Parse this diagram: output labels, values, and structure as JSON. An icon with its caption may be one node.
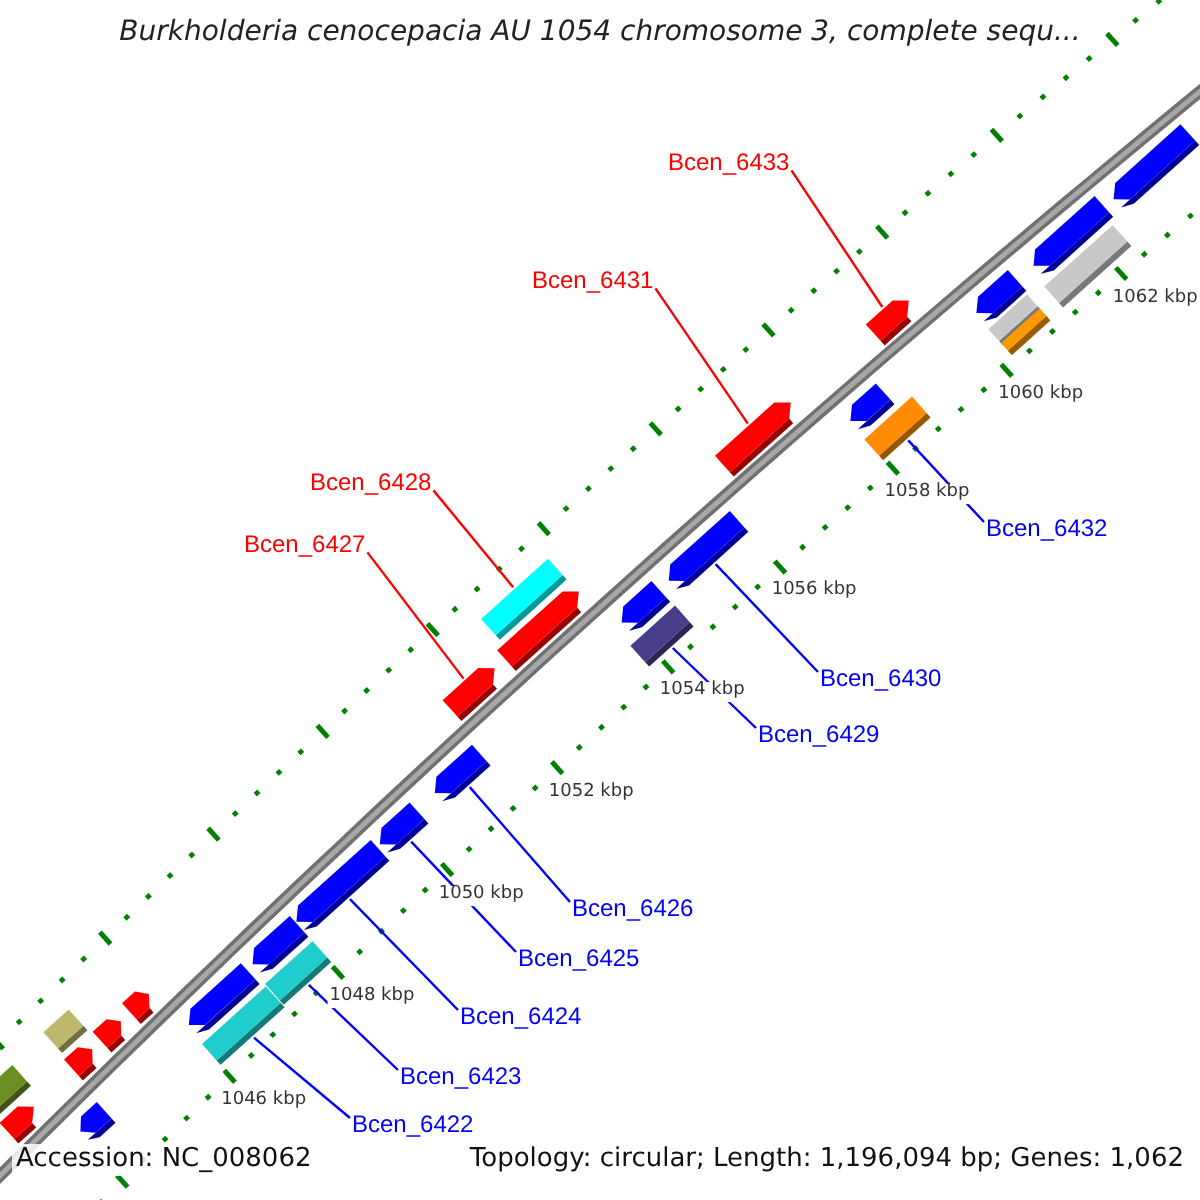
{
  "diagram": {
    "title": "Burkholderia cenocepacia AU 1054 chromosome 3, complete sequ...",
    "nodes": [
      {
        "text": [
          "Bcen_6433"
        ]
      },
      {
        "text": [
          "Bcen_6431"
        ]
      },
      {
        "text": [
          "Bcen_6428"
        ]
      },
      {
        "text": [
          "Bcen_6432"
        ]
      },
      {
        "text": [
          "Bcen_6427"
        ]
      },
      {
        "text": [
          "Bcen_6430"
        ]
      },
      {
        "text": [
          "Bcen_6429"
        ]
      },
      {
        "text": [
          "Bcen_6426"
        ]
      },
      {
        "text": [
          "Bcen_6425"
        ]
      },
      {
        "text": [
          "Bcen_6424"
        ]
      },
      {
        "text": [
          "Bcen_6423"
        ]
      },
      {
        "text": [
          "Bcen_6422"
        ]
      },
      {
        "text": [],
        "shape": "bar"
      },
      {
        "text": [],
        "shape": "bar"
      },
      {
        "text": [],
        "shape": "bar"
      },
      {
        "text": [],
        "shape": "bar"
      },
      {
        "text": [],
        "shape": "bar"
      },
      {
        "text": [],
        "shape": "bar"
      },
      {
        "text": [],
        "shape": "bar"
      },
      {
        "text": [],
        "shape": "bar"
      },
      {
        "text": [],
        "shape": "bar"
      },
      {
        "text": [],
        "shape": "bar"
      },
      {
        "text": [],
        "shape": "bar"
      },
      {
        "text": [],
        "shape": "bar"
      },
      {
        "text": [],
        "shape": "bar"
      },
      {
        "text": [],
        "shape": "bar"
      },
      {
        "text": [],
        "shape": "bar"
      },
      {
        "text": [],
        "shape": "bar"
      },
      {
        "text": [],
        "shape": "bar"
      },
      {
        "text": [],
        "shape": "bar"
      },
      {
        "text": [],
        "shape": "bar"
      },
      {
        "text": [],
        "shape": "bar"
      },
      {
        "text": [],
        "shape": "bar"
      },
      {
        "text": [],
        "shape": "bar"
      },
      {
        "text": [],
        "shape": "bar"
      },
      {
        "text": [],
        "shape": "bar"
      },
      {
        "text": [],
        "shape": "bar"
      },
      {
        "text": [],
        "shape": "bar"
      },
      {
        "text": [],
        "shape": "bar"
      },
      {
        "text": [],
        "shape": "bar"
      },
      {
        "text": [],
        "shape": "bar"
      },
      {
        "text": [],
        "shape": "bar"
      }
    ],
    "edges": [
      {
        "from": 0,
        "to": 16,
        "arrow": "none",
        "color": "#ff0000"
      },
      {
        "from": 1,
        "to": 21,
        "arrow": "none",
        "color": "#ff0000"
      },
      {
        "from": 2,
        "to": 23,
        "arrow": "none",
        "color": "#ff0000"
      },
      {
        "from": 3,
        "to": 20,
        "arrow": "none"
      },
      {
        "from": 4,
        "to": 27,
        "arrow": "none",
        "color": "#ff0000"
      },
      {
        "from": 5,
        "to": 22,
        "arrow": "none"
      },
      {
        "from": 6,
        "to": 26,
        "arrow": "none"
      },
      {
        "from": 7,
        "to": 28,
        "arrow": "none"
      },
      {
        "from": 8,
        "to": 29,
        "arrow": "none"
      },
      {
        "from": 9,
        "to": 30,
        "arrow": "none"
      },
      {
        "from": 10,
        "to": 32,
        "arrow": "none"
      },
      {
        "from": 11,
        "to": 35,
        "arrow": "none"
      }
    ],
    "labels": [
      "1062 kbp",
      "1060 kbp",
      "1058 kbp",
      "1056 kbp",
      "1054 kbp",
      "1052 kbp",
      "1050 kbp",
      "1048 kbp",
      "1046 kbp",
      "Accession: NC_008062",
      "Topology: circular; Length: 1,196,094 bp; Genes: 1,062"
    ]
  }
}
